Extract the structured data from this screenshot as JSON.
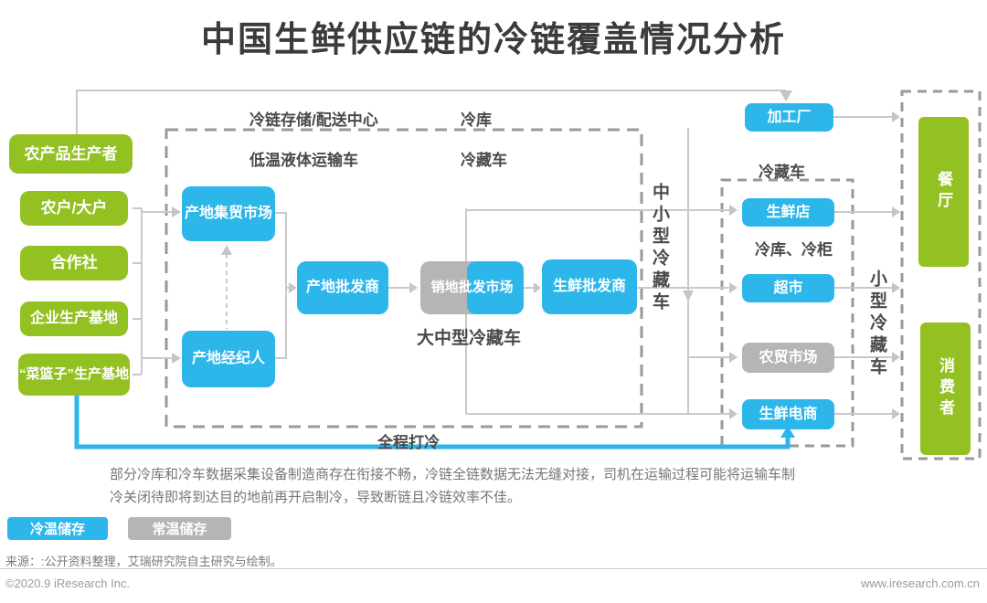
{
  "title": "中国生鲜供应链的冷链覆盖情况分析",
  "colors": {
    "green": "#94c122",
    "blue": "#2cb6e9",
    "gray_box": "#b5b5b5",
    "line": "#c9c9c9",
    "dashed_border": "#999999",
    "label_text": "#4a4a4a"
  },
  "producers": [
    {
      "label": "农产品生产者"
    },
    {
      "label": "农户/大户"
    },
    {
      "label": "合作社"
    },
    {
      "label": "企业生产基地"
    },
    {
      "label": "“菜篮子”生产基地"
    }
  ],
  "chain": {
    "origin_market": "产地集贸市场",
    "origin_broker": "产地经纪人",
    "origin_wholesaler": "产地批发商",
    "dest_wholesale_market": "销地批发市场",
    "fresh_wholesaler": "生鲜批发商",
    "processing_plant": "加工厂"
  },
  "retail": {
    "fresh_store": "生鲜店",
    "supermarket": "超市",
    "farmers_market": "农贸市场",
    "fresh_ecommerce": "生鲜电商"
  },
  "consumers": {
    "restaurant": "餐厅",
    "consumer": "消费者"
  },
  "labels": {
    "cold_chain_storage_center": "冷链存储/配送中心",
    "cold_warehouse": "冷库",
    "low_temp_liquid_truck": "低温液体运输车",
    "refrigerated_truck_top": "冷藏车",
    "large_medium_refrigerated_truck": "大中型冷藏车",
    "medium_small_refrigerated_truck": "中小型冷藏车",
    "refrigerated_truck_right": "冷藏车",
    "cold_warehouse_cabinet": "冷库、冷柜",
    "small_refrigerated_truck": "小型冷藏车",
    "full_cold_chain": "全程打冷"
  },
  "annotation": "部分冷库和冷车数据采集设备制造商存在衔接不畅，冷链全链数据无法无缝对接，司机在运输过程可能将运输车制冷关闭待即将到达目的地前再开启制冷，导致断链且冷链效率不佳。",
  "legend": [
    {
      "label": "冷温储存",
      "color": "#2cb6e9"
    },
    {
      "label": "常温储存",
      "color": "#b5b5b5"
    }
  ],
  "source": "来源：:公开资料整理，艾瑞研究院自主研究与绘制。",
  "footer": {
    "copyright": "©2020.9 iResearch Inc.",
    "website": "www.iresearch.com.cn"
  }
}
